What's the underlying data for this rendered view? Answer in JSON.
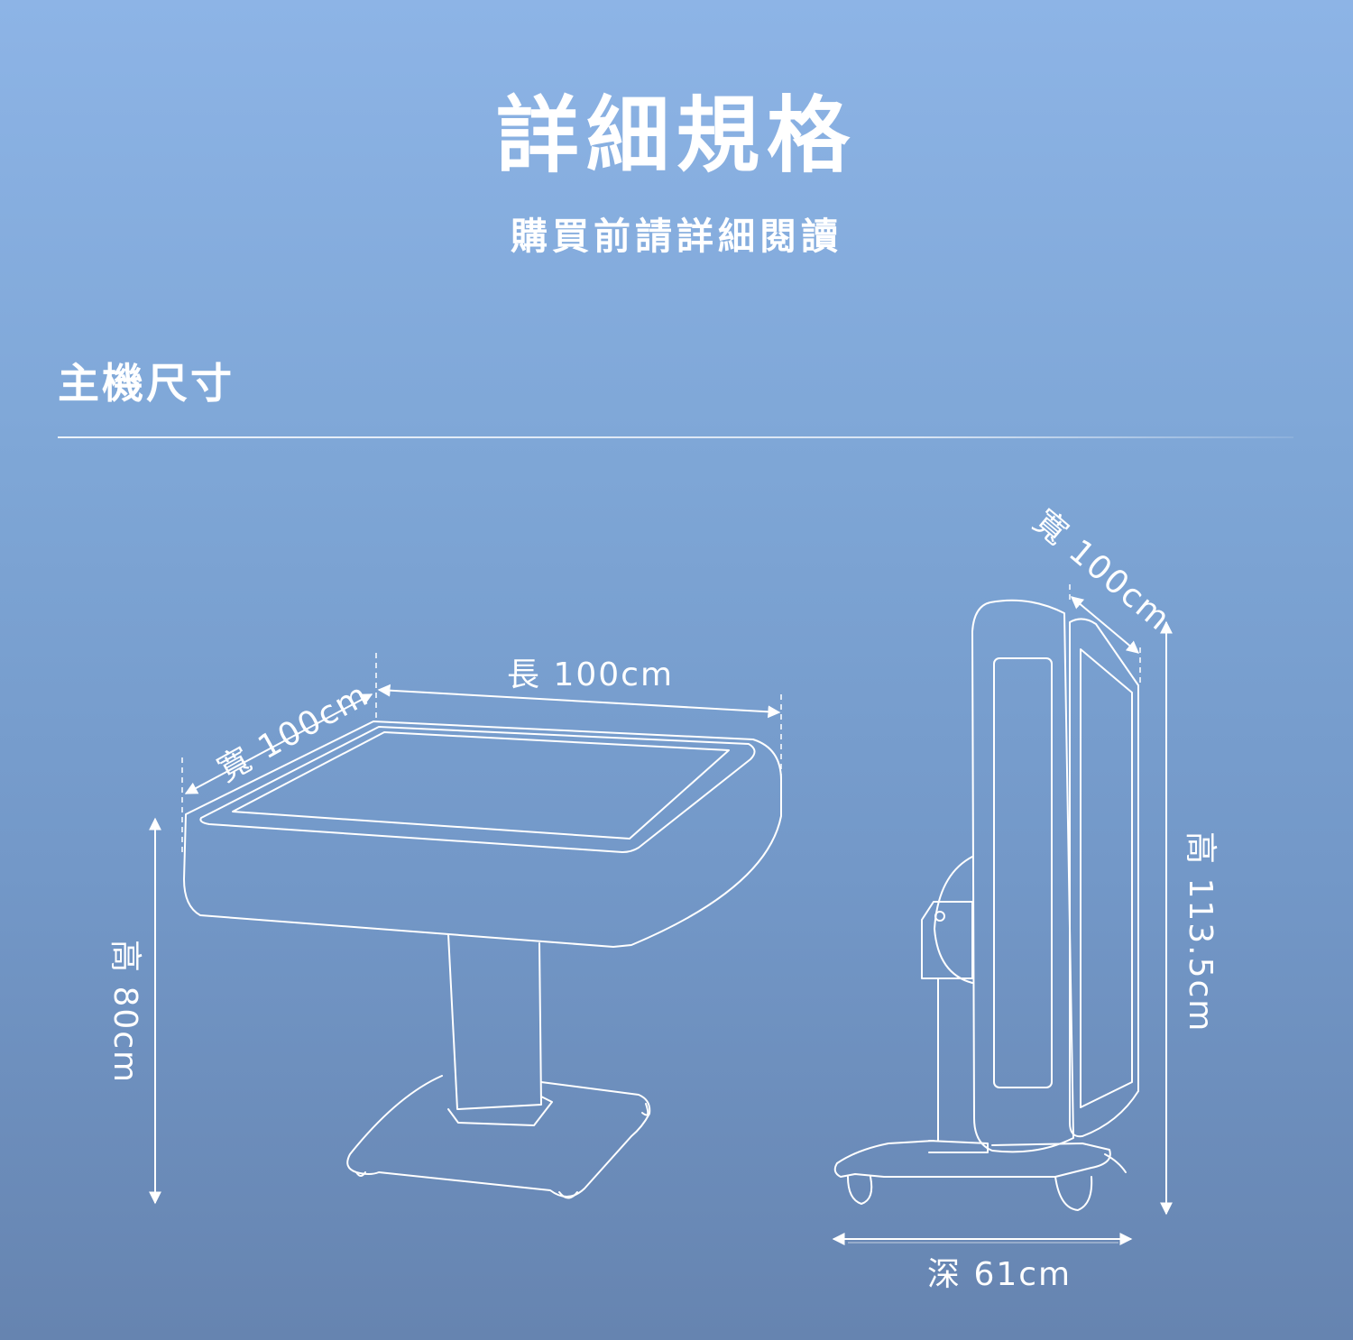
{
  "header": {
    "title": "詳細規格",
    "subtitle": "購買前請詳細閱讀"
  },
  "section": {
    "title": "主機尺寸"
  },
  "dimensions": {
    "table_width": "寬 100cm",
    "table_length": "長 100cm",
    "table_height": "高 80cm",
    "folded_width": "寬 100cm",
    "folded_height": "高 113.5cm",
    "folded_depth": "深 61cm"
  },
  "colors": {
    "background_top": "#8db4e6",
    "background_bottom": "#6684b0",
    "line": "#ffffff"
  }
}
